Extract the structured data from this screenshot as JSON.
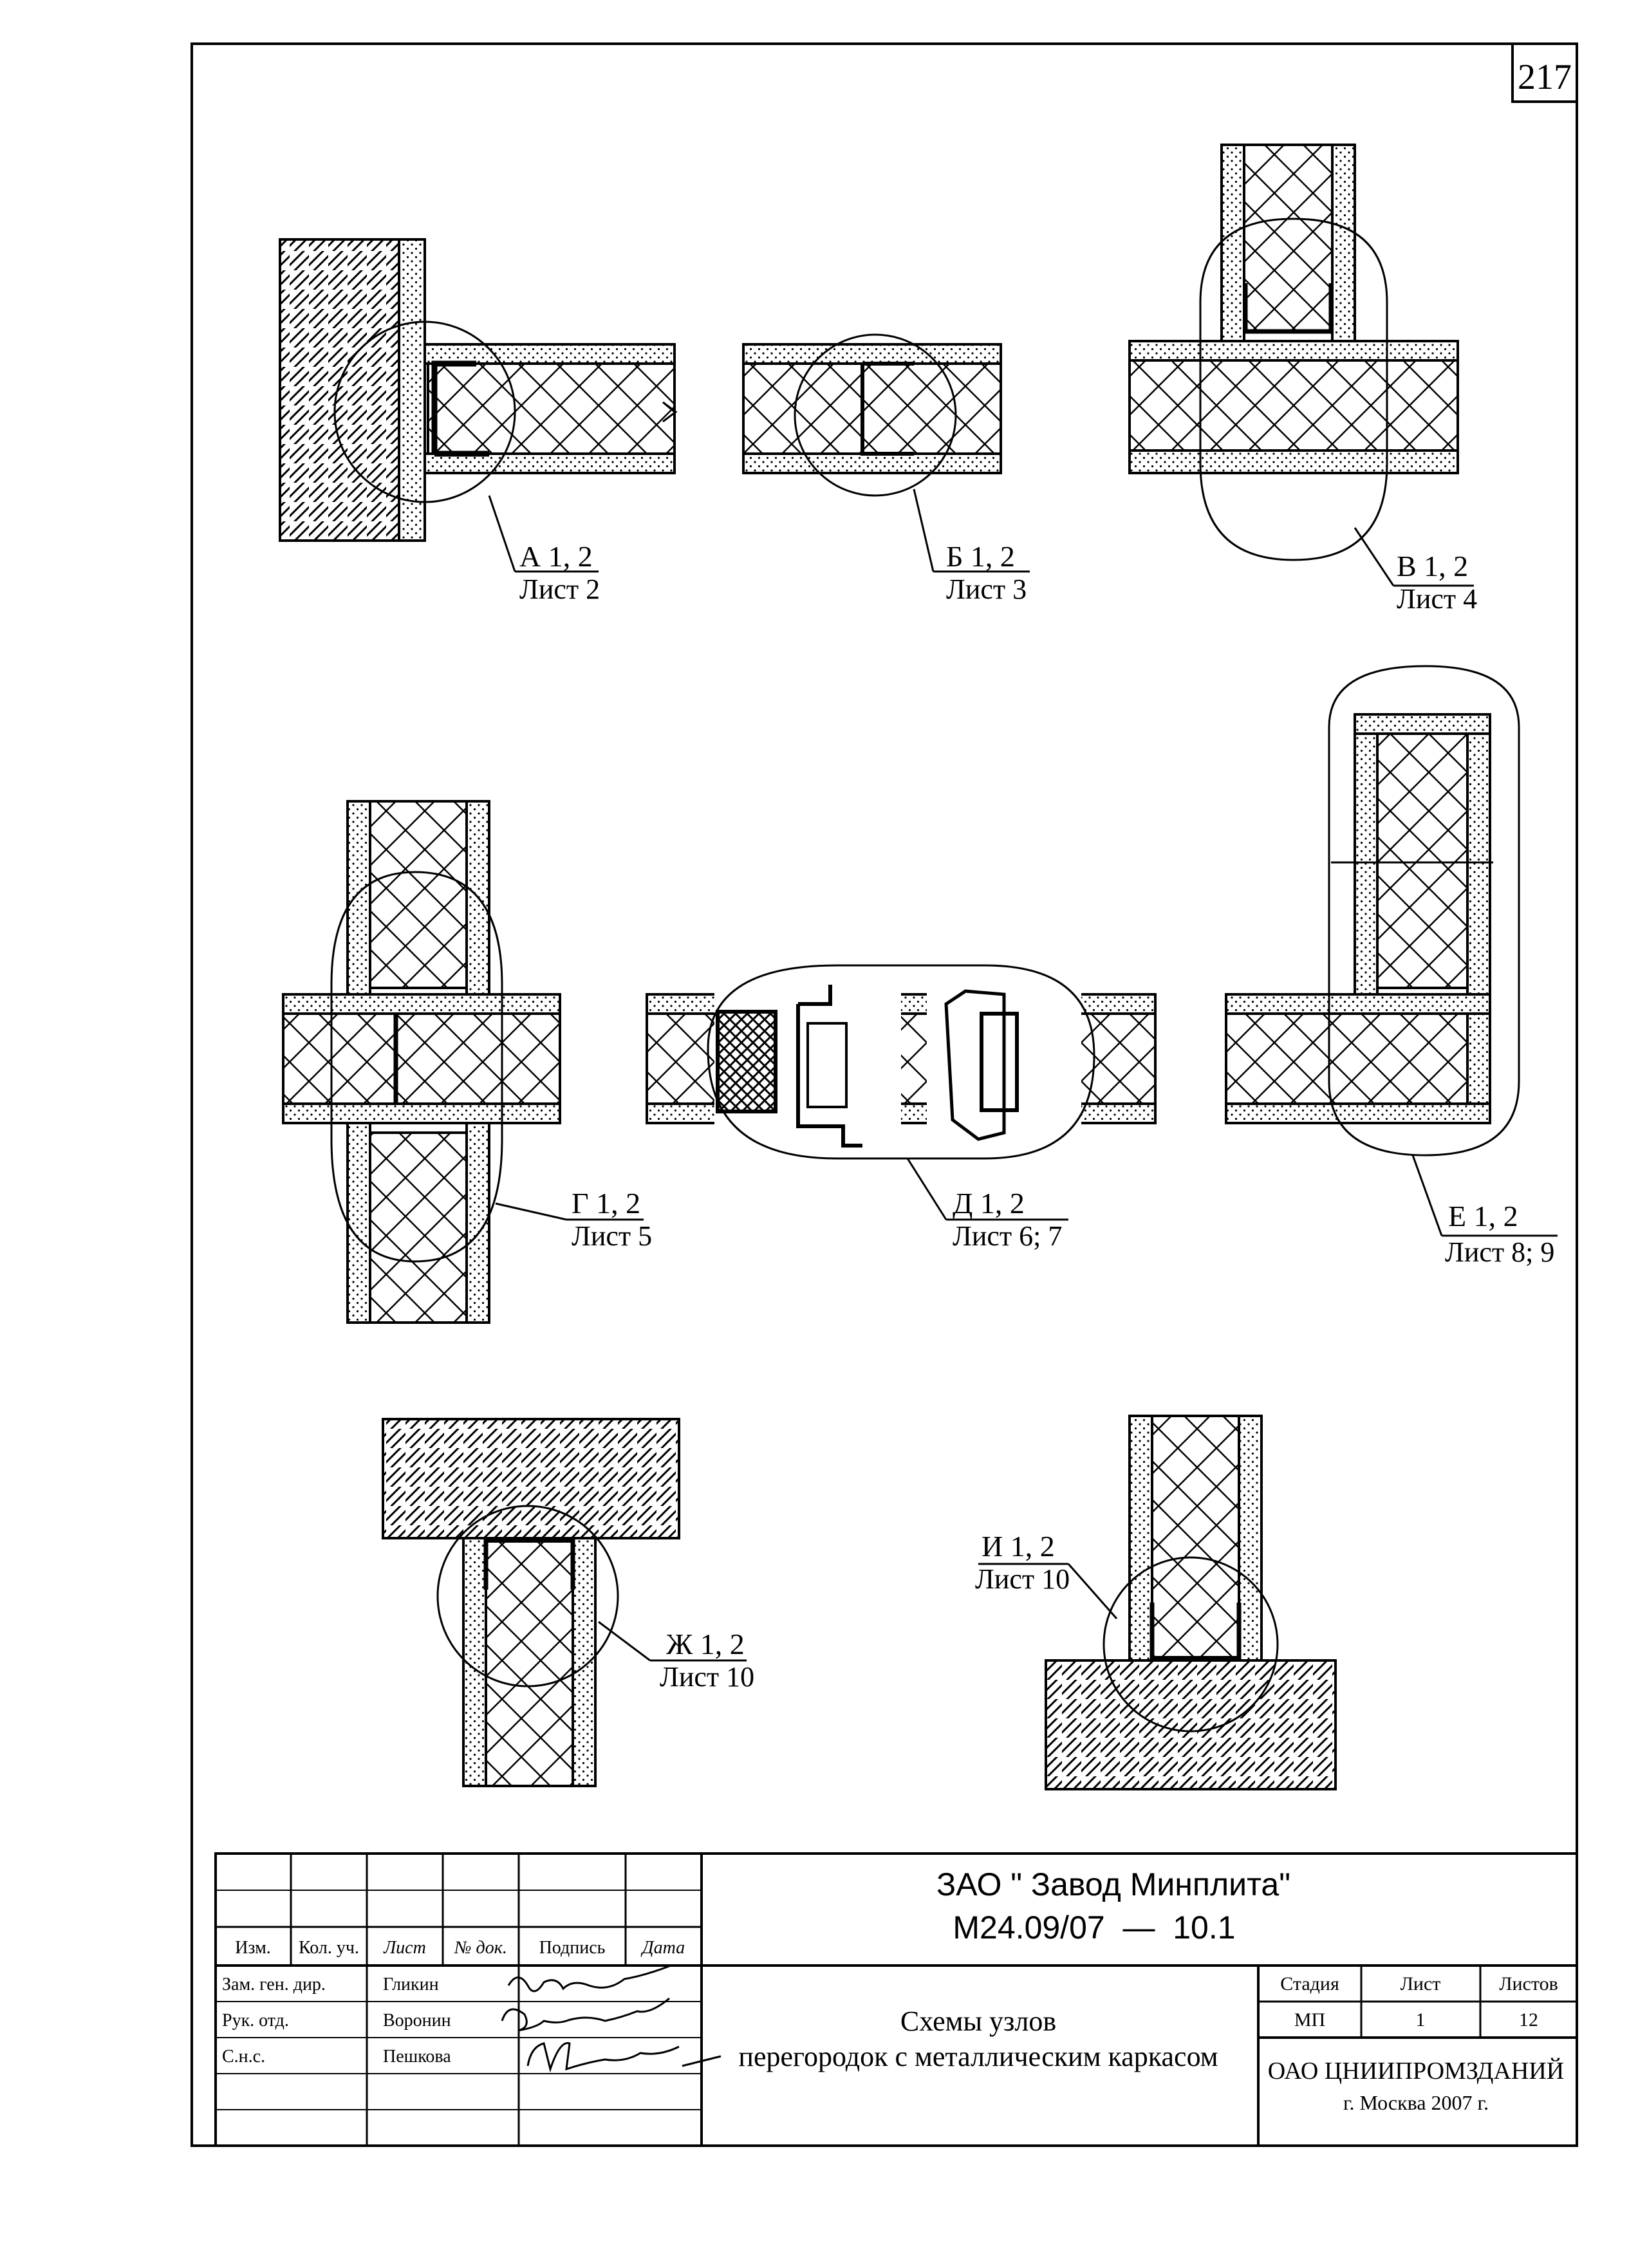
{
  "page_number": "217",
  "nodes": [
    {
      "id": "A",
      "code": "А 1, 2",
      "sheet": "Лист 2"
    },
    {
      "id": "B",
      "code": "Б 1, 2",
      "sheet": "Лист 3"
    },
    {
      "id": "V",
      "code": "В 1, 2",
      "sheet": "Лист 4"
    },
    {
      "id": "G",
      "code": "Г 1, 2",
      "sheet": "Лист 5"
    },
    {
      "id": "D",
      "code": "Д 1, 2",
      "sheet": "Лист 6; 7"
    },
    {
      "id": "E",
      "code": "Е 1, 2",
      "sheet": "Лист 8; 9"
    },
    {
      "id": "ZH",
      "code": "Ж 1, 2",
      "sheet": "Лист 10"
    },
    {
      "id": "I",
      "code": "И 1, 2",
      "sheet": "Лист 10"
    }
  ],
  "title_block": {
    "company": "ЗАО \" Завод Минплита\"",
    "document_code": "М24.09/07  —  10.1",
    "headers": {
      "izm": "Изм.",
      "kol_uch": "Кол. уч.",
      "list": "Лист",
      "doc_no": "№ док.",
      "signature": "Подпись",
      "date": "Дата"
    },
    "people": [
      {
        "role": "Зам. ген. дир.",
        "name": "Гликин"
      },
      {
        "role": "Рук. отд.",
        "name": "Воронин"
      },
      {
        "role": "С.н.с.",
        "name": "Пешкова"
      }
    ],
    "title_line1": "Схемы узлов",
    "title_line2": "перегородок с металлическим каркасом",
    "stage_header": "Стадия",
    "sheet_header": "Лист",
    "sheets_header": "Листов",
    "stage": "МП",
    "sheet": "1",
    "sheets": "12",
    "organization": "ОАО ЦНИИПРОМЗДАНИЙ",
    "city_year": "г. Москва 2007 г."
  }
}
